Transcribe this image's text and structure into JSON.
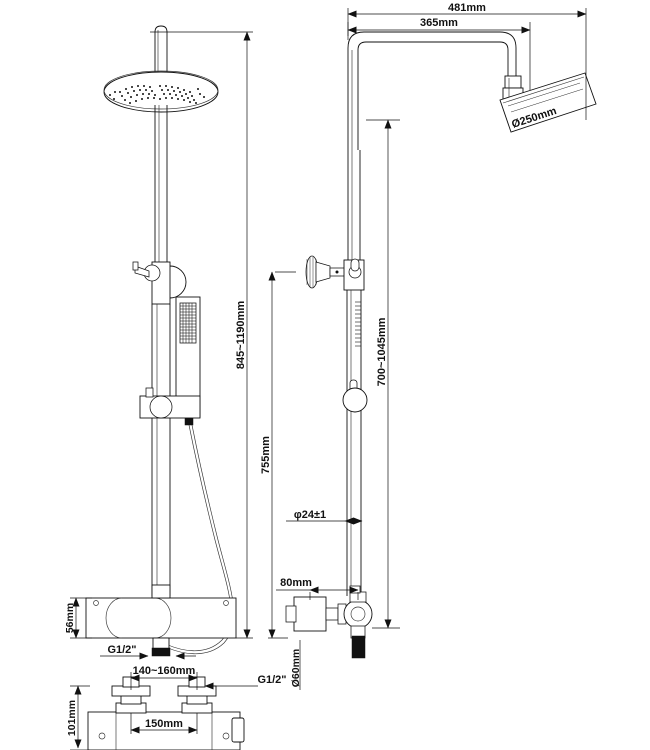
{
  "drawing": {
    "title": "Shower Column Technical Dimension Drawing",
    "units": "mm",
    "views": [
      {
        "name": "front-elevation",
        "label": ""
      },
      {
        "name": "side-elevation",
        "label": ""
      },
      {
        "name": "mixer-plan-detail",
        "label": ""
      }
    ]
  },
  "dimensions": {
    "overall_reach": "481mm",
    "arm_reach": "365mm",
    "head_diameter": "Ø250mm",
    "riser_range_left": "845~1190mm",
    "riser_range_right": "700~1045mm",
    "bracket_height": "755mm",
    "rail_diameter": "φ24±1",
    "valve_offset": "80mm",
    "mixer_body_height": "56mm",
    "inlet_thread_front": "G1/2\"",
    "inlet_thread_plan": "G1/2\"",
    "wall_flange_diameter": "Ø60mm",
    "inlet_centres_range": "140~160mm",
    "inlet_centres_nominal": "150mm",
    "mixer_depth": "101mm"
  },
  "colors": {
    "line": "#111111",
    "thin_line": "#333333",
    "background": "#ffffff",
    "solid": "#111111"
  },
  "labels": {
    "d_481": "481mm",
    "d_365": "365mm",
    "d_250": "Ø250mm",
    "d_845_1190": "845~1190mm",
    "d_700_1045": "700~1045mm",
    "d_755": "755mm",
    "d_24": "φ24±1",
    "d_80": "80mm",
    "d_56": "56mm",
    "d_g12_a": "G1/2\"",
    "d_g12_b": "G1/2\"",
    "d_60": "Ø60mm",
    "d_140_160": "140~160mm",
    "d_150": "150mm",
    "d_101": "101mm"
  }
}
